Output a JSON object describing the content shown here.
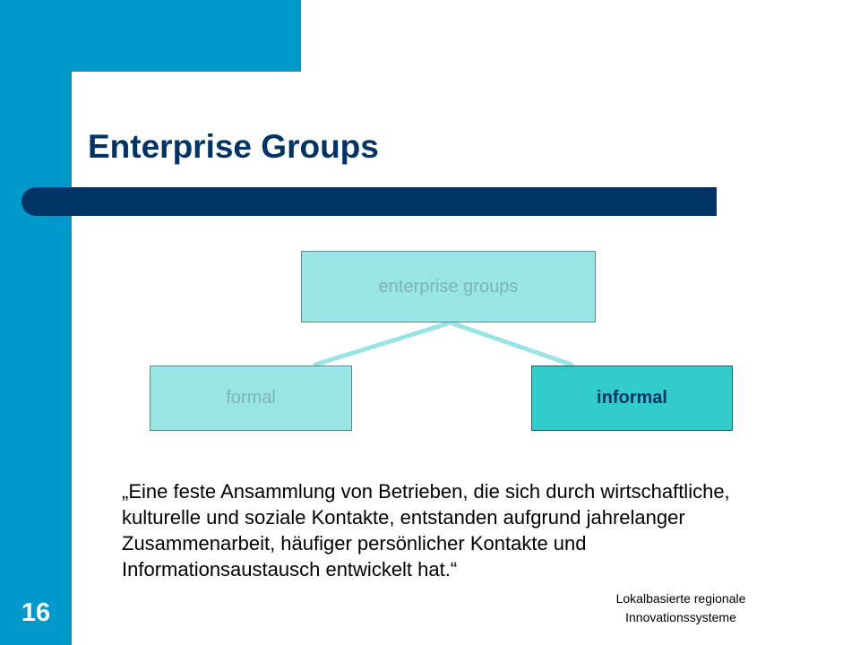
{
  "slide": {
    "title": "Enterprise Groups",
    "page_number": "16",
    "footer_line1": "Lokalbasierte regionale",
    "footer_line2": "Innovationssysteme",
    "quote": "„Eine feste Ansammlung von Betrieben, die sich durch wirtschaftliche, kulturelle und soziale Kontakte, entstanden aufgrund jahrelanger Zusammenarbeit, häufiger persönlicher Kontakte und Informationsaustausch entwickelt hat.“"
  },
  "diagram": {
    "root": "enterprise groups",
    "children": [
      {
        "label": "formal",
        "highlighted": false
      },
      {
        "label": "informal",
        "highlighted": true
      }
    ]
  },
  "colors": {
    "accent_blue": "#0099cc",
    "title_navy": "#003366",
    "title_bar": "#003366",
    "node_light": "#99e5e5",
    "node_highlight": "#33cccc",
    "connector": "#99e5e5",
    "node_text_light": "#7fb3b8",
    "node_text_dark": "#003366"
  }
}
